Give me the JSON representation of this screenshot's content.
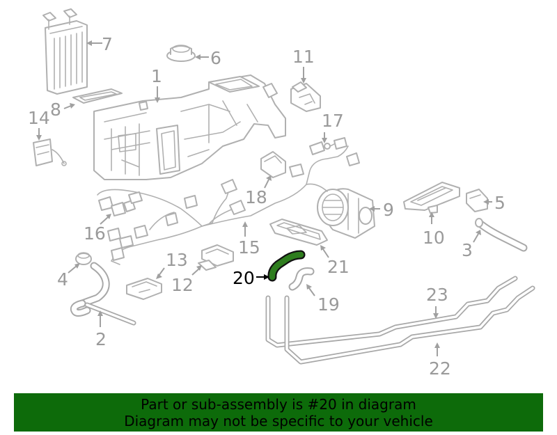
{
  "diagram": {
    "highlight_color": "#2e7d1e",
    "line_color": "#b0b0b0",
    "callouts": {
      "c1": "1",
      "c2": "2",
      "c3": "3",
      "c4": "4",
      "c5": "5",
      "c6": "6",
      "c7": "7",
      "c8": "8",
      "c9": "9",
      "c10": "10",
      "c11": "11",
      "c12": "12",
      "c13": "13",
      "c14": "14",
      "c15": "15",
      "c16": "16",
      "c17": "17",
      "c18": "18",
      "c19": "19",
      "c20": "20",
      "c21": "21",
      "c22": "22",
      "c23": "23"
    }
  },
  "banner": {
    "line1": "Part or sub-assembly is #20 in diagram",
    "line2": "Diagram may not be specific to your vehicle",
    "background": "#0d6b0a"
  }
}
